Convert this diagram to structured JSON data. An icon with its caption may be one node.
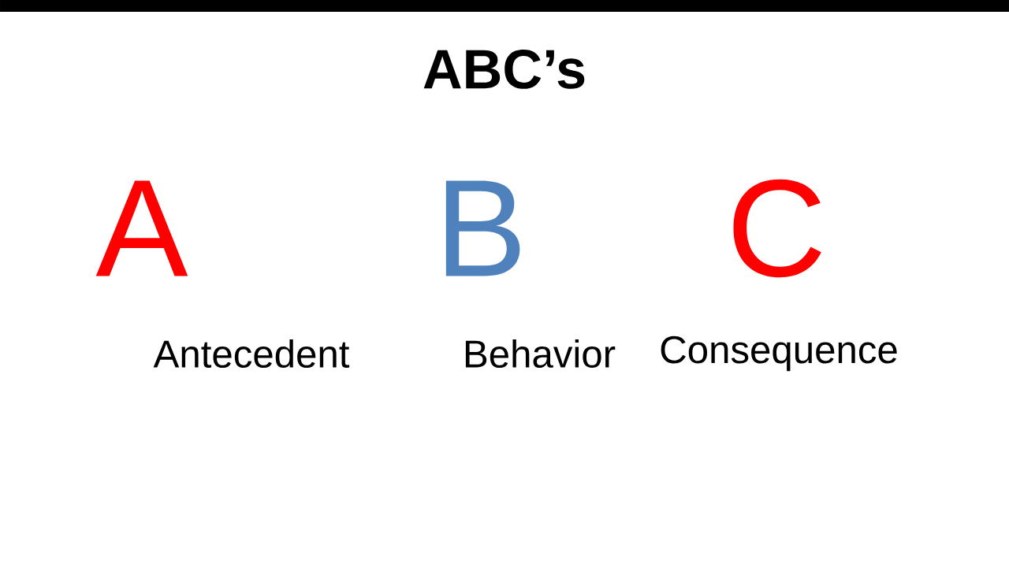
{
  "diagram": {
    "title": "ABC’s",
    "labels": [
      "A",
      "B",
      "C",
      "Antecedent",
      "Behavior",
      "Consequence"
    ]
  }
}
